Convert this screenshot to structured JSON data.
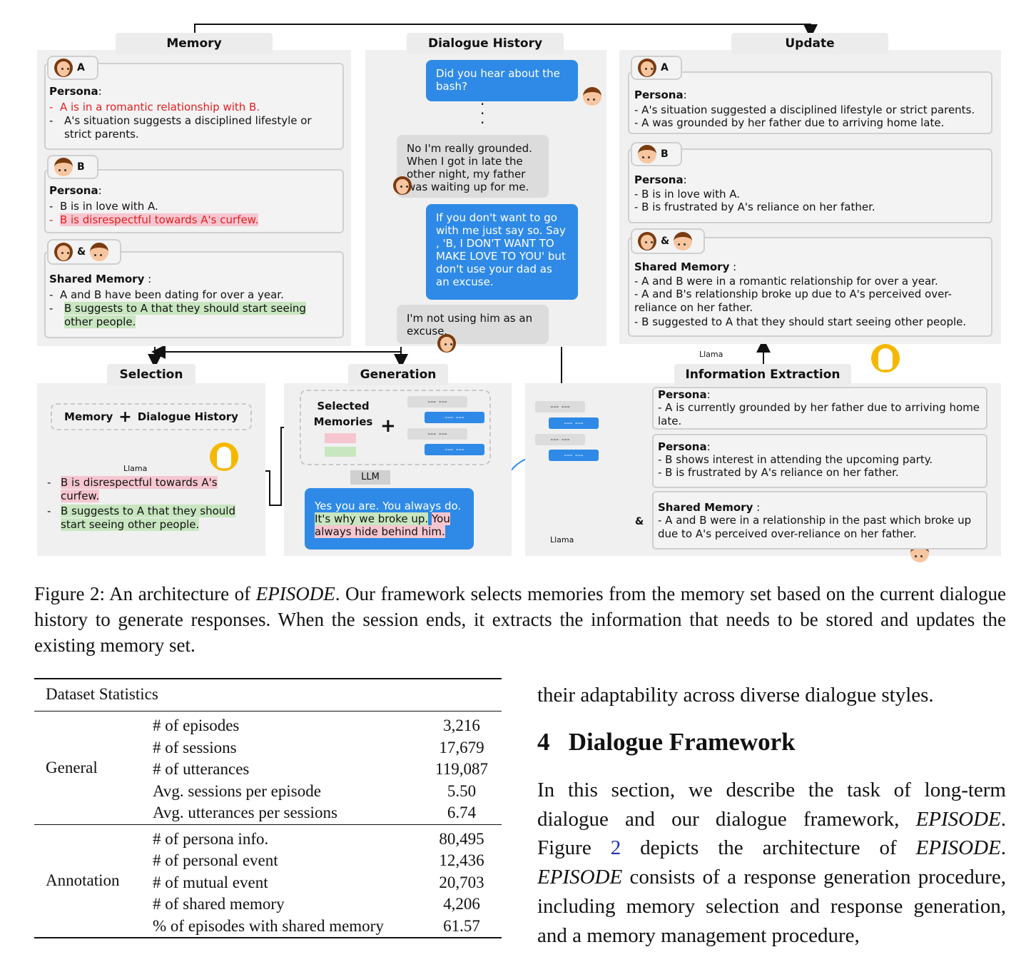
{
  "figure": {
    "memory": {
      "title": "Memory",
      "a_label": "A",
      "a_persona_title": "Persona",
      "a_items": [
        "A is in a romantic relationship with B.",
        "A's situation suggests a disciplined lifestyle or strict parents."
      ],
      "b_label": "B",
      "b_persona_title": "Persona",
      "b_items": [
        "B is in love with A.",
        "B is disrespectful towards A's curfew."
      ],
      "shared_label": "&",
      "shared_title": "Shared Memory",
      "shared_items": [
        "A and B have been dating for over a year.",
        "B suggests to A that they should start seeing other people."
      ]
    },
    "dialogue": {
      "title": "Dialogue History",
      "msgs": [
        "Did you hear about the bash?",
        "No I'm really grounded. When I got in late the other night, my father was waiting up for me.",
        "If you don't want to go with me just say so. Say , 'B, I DON'T WANT TO MAKE LOVE TO YOU' but don't use your dad as an excuse.",
        "I'm not using him as an excuse."
      ]
    },
    "update": {
      "title": "Update",
      "a_label": "A",
      "a_persona_title": "Persona",
      "a_items": [
        "- A's situation suggested a disciplined lifestyle or strict parents.",
        "- A was grounded by her father due to arriving home late."
      ],
      "b_label": "B",
      "b_persona_title": "Persona",
      "b_items": [
        "- B is in love with A.",
        "- B is frustrated by A's reliance on her father."
      ],
      "shared_label": "&",
      "shared_title": "Shared Memory",
      "shared_items": [
        "- A and B were in a romantic relationship for over a year.",
        "- A and B's relationship broke up due to A's perceived over-reliance on her father.",
        "- B suggested to A that they should start seeing other people."
      ]
    },
    "selection": {
      "title": "Selection",
      "memory": "Memory",
      "plus": "+",
      "history": "Dialogue History",
      "llama": "Llama",
      "items": [
        "B is disrespectful towards A's curfew.",
        "B suggests to A that they should start seeing other people."
      ]
    },
    "generation": {
      "title": "Generation",
      "selected": "Selected Memories",
      "plus": "+",
      "dashes": "--- ---",
      "llm": "LLM",
      "resp_1": "Yes you are. You always do.",
      "resp_2": "It's why we broke up.",
      "resp_3": "You always hide behind him."
    },
    "extraction": {
      "title": "Information Extraction",
      "llama": "Llama",
      "llama_top": "Llama",
      "dashes": "--- ---",
      "p1_title": "Persona",
      "p1_items": [
        "- A is currently grounded by her father due to arriving home late."
      ],
      "p2_title": "Persona",
      "p2_items": [
        "- B shows interest in attending the upcoming party.",
        "- B is frustrated by A's reliance on her father."
      ],
      "p3_title": "Shared Memory",
      "p3_amp": "&",
      "p3_items": [
        "- A and B were in a relationship in the past which broke up due to A's perceived over-reliance on her father."
      ]
    }
  },
  "caption": {
    "prefix": "Figure 2: An architecture of ",
    "name": "EPISODE",
    "rest": ". Our framework selects memories from the memory set based on the current dialogue history to generate responses. When the session ends, it extracts the information that needs to be stored and updates the existing memory set."
  },
  "table": {
    "header": "Dataset Statistics",
    "groups": [
      {
        "name": "General",
        "rows": [
          [
            "# of episodes",
            "3,216"
          ],
          [
            "# of sessions",
            "17,679"
          ],
          [
            "# of utterances",
            "119,087"
          ],
          [
            "Avg. sessions per episode",
            "5.50"
          ],
          [
            "Avg. utterances per sessions",
            "6.74"
          ]
        ]
      },
      {
        "name": "Annotation",
        "rows": [
          [
            "# of persona info.",
            "80,495"
          ],
          [
            "# of personal event",
            "12,436"
          ],
          [
            "# of mutual event",
            "20,703"
          ],
          [
            "# of shared memory",
            "4,206"
          ],
          [
            "% of episodes with shared memory",
            "61.57"
          ]
        ]
      }
    ]
  },
  "text": {
    "line0": "their adaptability across diverse dialogue styles.",
    "section_num": "4",
    "section_title": "Dialogue Framework",
    "p1": "In this section, we describe the task of long-term dialogue and our dialogue framework, ",
    "p1_em": "EPISODE",
    "p2": ". Figure ",
    "fig_ref": "2",
    "p3": " depicts the architecture of ",
    "p3_em": "EPISODE",
    "p4": ". ",
    "p4_em": "EPISODE",
    "p5": " consists of a response generation procedure, including memory selection and response generation, and a memory management procedure,"
  }
}
